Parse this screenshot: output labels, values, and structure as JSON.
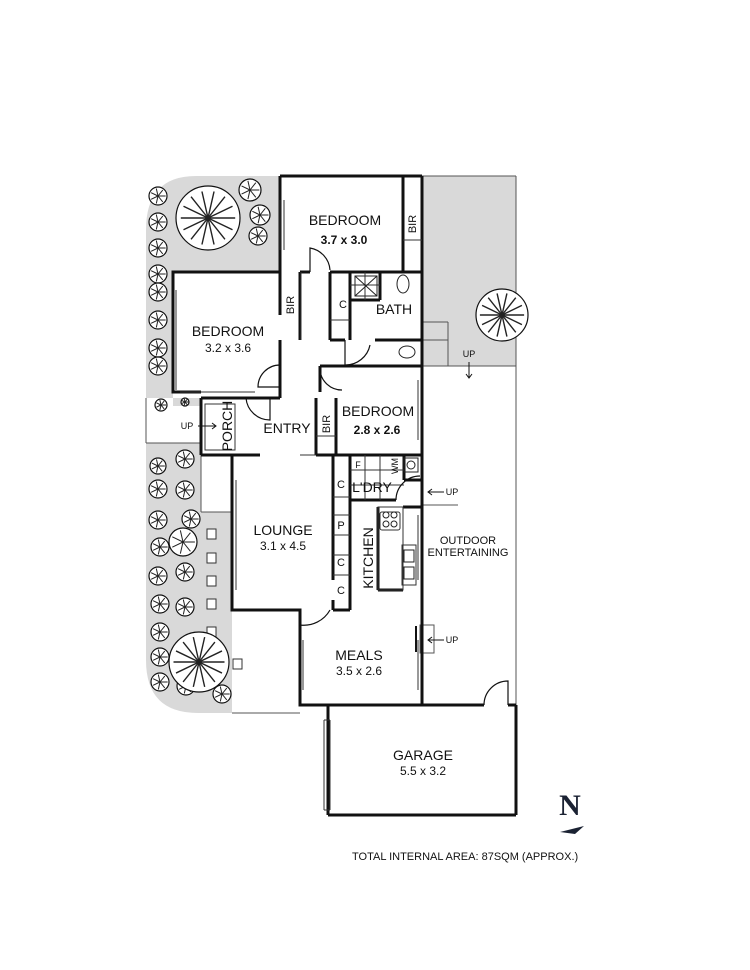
{
  "rooms": {
    "bedroom_north": {
      "label": "BEDROOM",
      "dims": "3.7 x 3.0"
    },
    "bedroom_west": {
      "label": "BEDROOM",
      "dims": "3.2 x 3.6"
    },
    "bedroom_center": {
      "label": "BEDROOM",
      "dims": "2.8 x 2.6"
    },
    "bath": {
      "label": "BATH"
    },
    "entry": {
      "label": "ENTRY"
    },
    "porch": {
      "label": "PORCH"
    },
    "lounge": {
      "label": "LOUNGE",
      "dims": "3.1 x 4.5"
    },
    "laundry": {
      "label": "L'DRY"
    },
    "kitchen": {
      "label": "KITCHEN"
    },
    "meals": {
      "label": "MEALS",
      "dims": "3.5 x 2.6"
    },
    "outdoor": {
      "label_line1": "OUTDOOR",
      "label_line2": "ENTERTAINING"
    },
    "garage": {
      "label": "GARAGE",
      "dims": "5.5 x 3.2"
    }
  },
  "fixtures": {
    "bir": "BIR",
    "cupboard": "C",
    "pantry": "P",
    "fridge": "F",
    "washing_machine": "WM",
    "up": "UP"
  },
  "compass": {
    "letter": "N"
  },
  "footer": {
    "total_area": "TOTAL INTERNAL AREA: 87SQM (APPROX.)"
  },
  "colors": {
    "garden": "#d9d9d9",
    "wall": "#111111",
    "tree": "#111111"
  }
}
